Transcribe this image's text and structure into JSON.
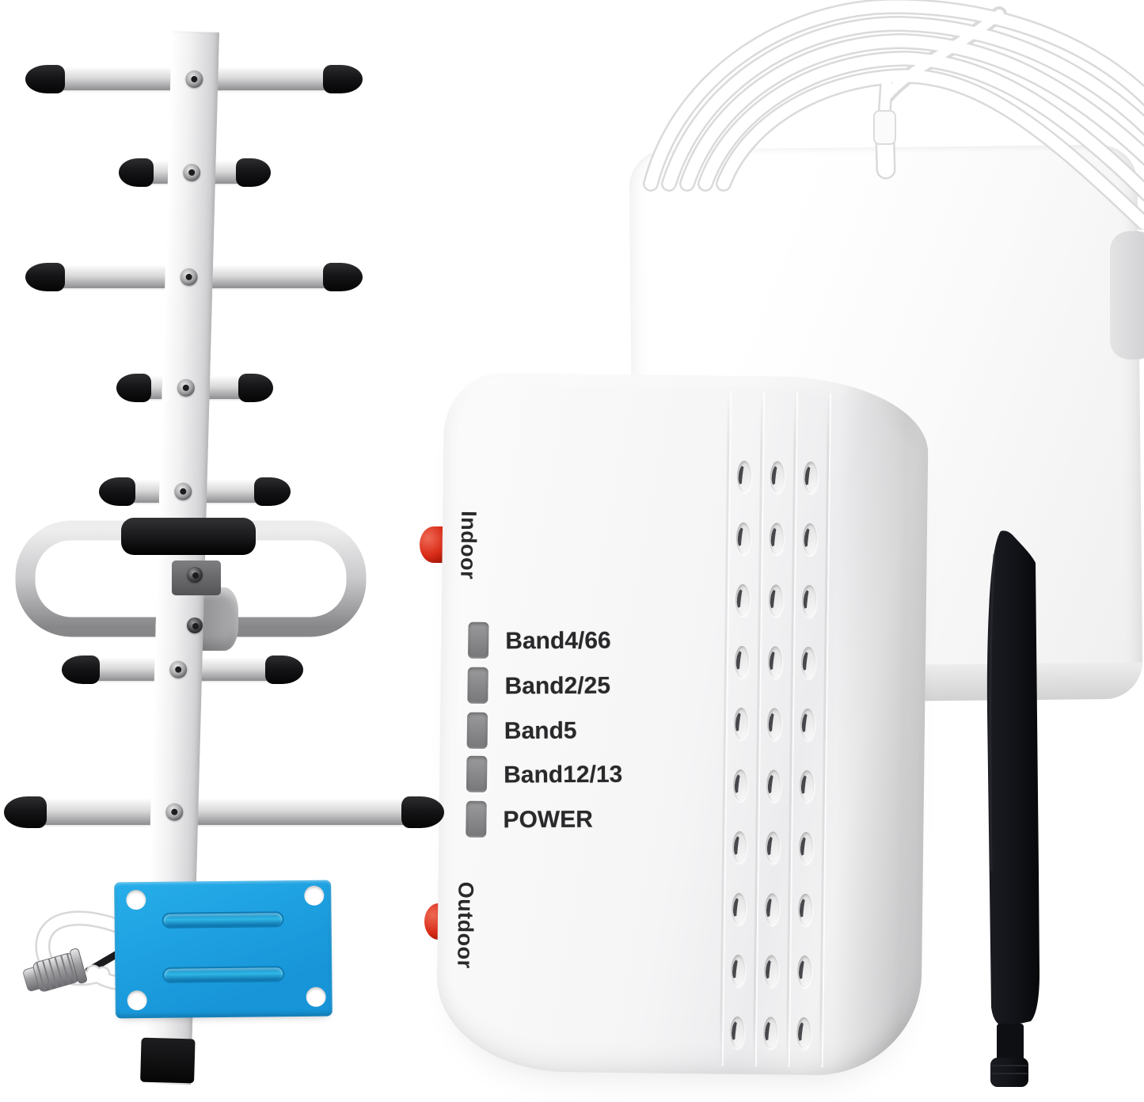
{
  "scene": {
    "subject": "Cell phone signal booster kit product photo",
    "background_color": "#ffffff"
  },
  "booster_box": {
    "body_color": "#f4f4f5",
    "port_connector_color": "#d92c18",
    "indoor_port_label": "Indoor",
    "outdoor_port_label": "Outdoor",
    "led_indicator_color": "#8a8a8d",
    "led_rows": [
      {
        "label": "Band4/66"
      },
      {
        "label": "Band2/25"
      },
      {
        "label": "Band5"
      },
      {
        "label": "Band12/13"
      },
      {
        "label": "POWER"
      }
    ],
    "vent_grid": {
      "rows": 10,
      "cols": 3
    }
  },
  "yagi_antenna": {
    "element_count": 7,
    "cap_color": "#141416",
    "tube_highlight": "#f6f6f6",
    "tube_shadow": "#8e8e90"
  },
  "line_amplifier": {
    "plate_color": "#1fa6e6",
    "mounting_hole_count": 4,
    "slot_count": 2
  },
  "panel_antenna": {
    "face_color": "#fbfbfc",
    "edge_color": "#d7d7d8"
  },
  "coax_cable": {
    "color": "#ffffff",
    "strand_count": 5
  },
  "whip_antenna": {
    "color": "#141519"
  }
}
